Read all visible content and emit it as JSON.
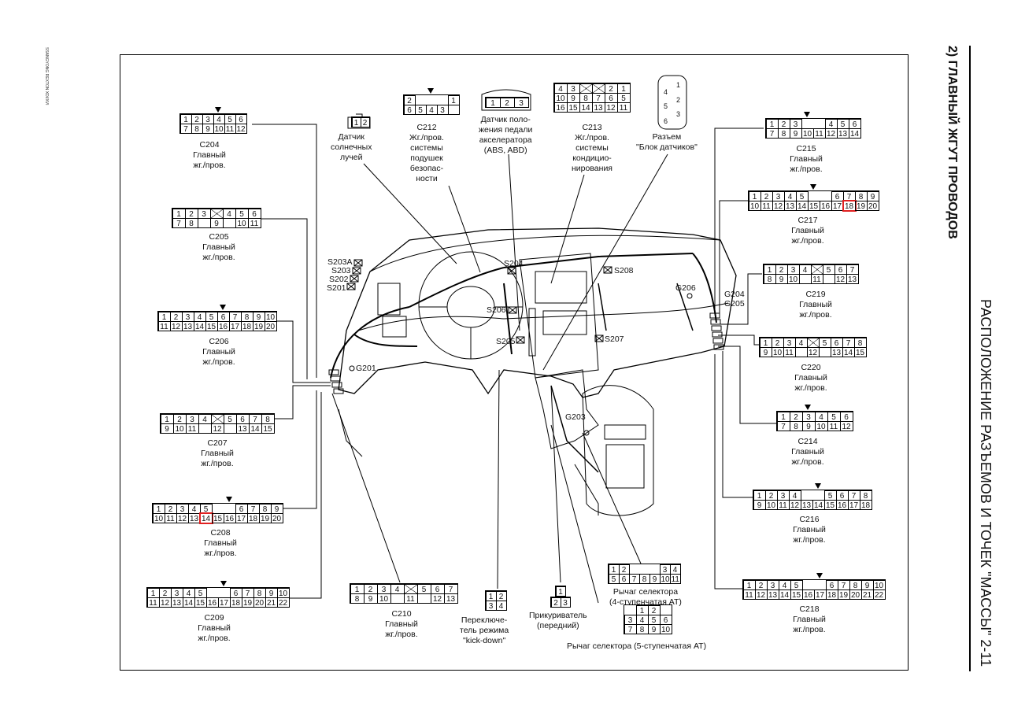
{
  "header": {
    "chapter": "2) ГЛАВНЫЙ ЖГУТ ПРОВОДОВ",
    "title": "РАСПОЛОЖЕНИЕ РАЗЪЕМОВ И ТОЧЕК \"МАССЫ\" 2-11",
    "margin_note": "SSANGYONG REXTON XDI/XVI"
  },
  "connectors": {
    "c204": {
      "id": "C204",
      "desc": "Главный\nжг./пров.",
      "row1": [
        "1",
        "2",
        "3",
        "4",
        "5",
        "6"
      ],
      "row2": [
        "7",
        "8",
        "9",
        "10",
        "11",
        "12"
      ]
    },
    "c205": {
      "id": "C205",
      "desc": "Главный\nжг./пров.",
      "row1": [
        "1",
        "2",
        "3",
        "",
        "4",
        "5",
        "6"
      ],
      "row2": [
        "7",
        "8",
        "",
        "9",
        "",
        "10",
        "11"
      ]
    },
    "c206": {
      "id": "C206",
      "desc": "Главный\nжг./пров.",
      "row1": [
        "1",
        "2",
        "3",
        "4",
        "5",
        "6",
        "7",
        "8",
        "9",
        "10"
      ],
      "row2": [
        "11",
        "12",
        "13",
        "14",
        "15",
        "16",
        "17",
        "18",
        "19",
        "20"
      ]
    },
    "c207": {
      "id": "C207",
      "desc": "Главный\nжг./пров.",
      "row1": [
        "1",
        "2",
        "3",
        "4",
        "",
        "5",
        "6",
        "7",
        "8"
      ],
      "row2": [
        "9",
        "10",
        "11",
        "",
        "12",
        "",
        "13",
        "14",
        "15"
      ]
    },
    "c208": {
      "id": "C208",
      "desc": "Главный\nжг./пров.",
      "row1": [
        "1",
        "2",
        "3",
        "4",
        "5",
        "",
        "",
        "6",
        "7",
        "8",
        "9"
      ],
      "row2": [
        "10",
        "11",
        "12",
        "13",
        "14",
        "15",
        "16",
        "17",
        "18",
        "19",
        "20"
      ]
    },
    "c209": {
      "id": "C209",
      "desc": "Главный\nжг./пров.",
      "row1": [
        "1",
        "2",
        "3",
        "4",
        "5",
        "",
        "",
        "6",
        "7",
        "8",
        "9",
        "10"
      ],
      "row2": [
        "11",
        "12",
        "13",
        "14",
        "15",
        "16",
        "17",
        "18",
        "19",
        "20",
        "21",
        "22"
      ]
    },
    "c210": {
      "id": "C210",
      "desc": "Главный\nжг./пров.",
      "row1": [
        "1",
        "2",
        "3",
        "4",
        "",
        "5",
        "6",
        "7"
      ],
      "row2": [
        "8",
        "9",
        "10",
        "",
        "11",
        "",
        "12",
        "13"
      ]
    },
    "c212": {
      "id": "C212",
      "desc": "Жг./пров.\nсистемы\nподушек\nбезопас-\nности",
      "row1": [
        "2",
        "",
        "",
        "",
        "1"
      ],
      "row2": [
        "6",
        "5",
        "4",
        "3"
      ]
    },
    "c213": {
      "id": "C213",
      "desc": "Жг./пров.\nсистемы\nкондицио-\nнирования",
      "row1": [
        "4",
        "3",
        "",
        "",
        "2",
        "1"
      ],
      "row2": [
        "10",
        "9",
        "8",
        "7",
        "6",
        "5"
      ],
      "row3": [
        "16",
        "15",
        "14",
        "13",
        "12",
        "11"
      ]
    },
    "c214": {
      "id": "C214",
      "desc": "Главный\nжг./пров.",
      "row1": [
        "1",
        "2",
        "3",
        "4",
        "5",
        "6"
      ],
      "row2": [
        "7",
        "8",
        "9",
        "10",
        "11",
        "12"
      ]
    },
    "c215": {
      "id": "C215",
      "desc": "Главный\nжг./пров.",
      "row1": [
        "1",
        "2",
        "3",
        "",
        "",
        "4",
        "5",
        "6"
      ],
      "row2": [
        "7",
        "8",
        "9",
        "10",
        "11",
        "12",
        "13",
        "14"
      ]
    },
    "c216": {
      "id": "C216",
      "desc": "Главный\nжг./пров.",
      "row1": [
        "1",
        "2",
        "3",
        "4",
        "",
        "",
        "5",
        "6",
        "7",
        "8"
      ],
      "row2": [
        "9",
        "10",
        "11",
        "12",
        "13",
        "14",
        "15",
        "16",
        "17",
        "18"
      ]
    },
    "c217": {
      "id": "C217",
      "desc": "Главный\nжг./пров.",
      "row1": [
        "1",
        "2",
        "3",
        "4",
        "5",
        "",
        "",
        "6",
        "7",
        "8",
        "9"
      ],
      "row2": [
        "10",
        "11",
        "12",
        "13",
        "14",
        "15",
        "16",
        "17",
        "18",
        "19",
        "20"
      ]
    },
    "c218": {
      "id": "C218",
      "desc": "Главный\nжг./пров.",
      "row1": [
        "1",
        "2",
        "3",
        "4",
        "5",
        "",
        "",
        "6",
        "7",
        "8",
        "9",
        "10"
      ],
      "row2": [
        "11",
        "12",
        "13",
        "14",
        "15",
        "16",
        "17",
        "18",
        "19",
        "20",
        "21",
        "22"
      ]
    },
    "c219": {
      "id": "C219",
      "desc": "Главный\nжг./пров.",
      "row1": [
        "1",
        "2",
        "3",
        "4",
        "",
        "5",
        "6",
        "7"
      ],
      "row2": [
        "8",
        "9",
        "10",
        "",
        "11",
        "",
        "12",
        "13"
      ]
    },
    "c220": {
      "id": "C220",
      "desc": "Главный\nжг./пров.",
      "row1": [
        "1",
        "2",
        "3",
        "4",
        "",
        "5",
        "6",
        "7",
        "8"
      ],
      "row2": [
        "9",
        "10",
        "11",
        "",
        "12",
        "",
        "13",
        "14",
        "15"
      ]
    }
  },
  "labels": {
    "sun_sensor": "Датчик\nсолнечных\nлучей",
    "pedal_sensor": "Датчик поло-\nжения педали\nакселератора\n(ABS, ABD)",
    "sensor_block": "Разъем\n\"Блок датчиков\"",
    "kickdown": "Переключе-\nтель режима\n\"kick-down\"",
    "lighter": "Прикуриватель\n(передний)",
    "selector4": "Рычаг селектора\n(4-ступенчатая AT)",
    "selector5": "Рычаг селектора (5-ступенчатая AT)"
  },
  "small_connectors": {
    "sun": [
      "1",
      "2"
    ],
    "pedal": [
      "1",
      "2",
      "3"
    ],
    "sensor_block": [
      "4",
      "1",
      "2",
      "5",
      "3",
      "6"
    ],
    "kickdown": [
      "1",
      "2",
      "3",
      "4"
    ],
    "lighter_top": [
      "1"
    ],
    "lighter_bottom": [
      "2",
      "3"
    ],
    "sel4_row1": [
      "1",
      "2",
      "",
      "",
      "",
      "3",
      "4"
    ],
    "sel4_row2": [
      "5",
      "6",
      "7",
      "8",
      "9",
      "10",
      "11"
    ],
    "sel5_row1": [
      "1",
      "2"
    ],
    "sel5_row2": [
      "3",
      "4",
      "5",
      "6"
    ],
    "sel5_row3": [
      "7",
      "8",
      "9",
      "10"
    ]
  },
  "points": {
    "s203a": "S203A",
    "s203": "S203",
    "s202": "S202",
    "s201": "S201",
    "s204": "S204",
    "s206": "S206",
    "s205": "S205",
    "s207": "S207",
    "s208": "S208",
    "g201": "G201",
    "g203": "G203",
    "g204": "G204",
    "g205": "G205",
    "g206": "G206"
  },
  "colors": {
    "highlight": "#e02020",
    "line": "#000000"
  }
}
